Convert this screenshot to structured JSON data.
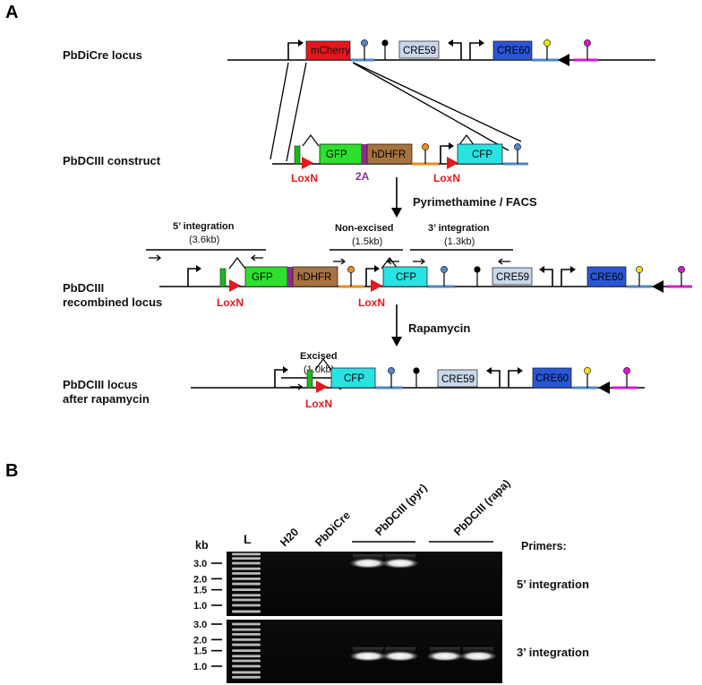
{
  "panel_a": {
    "letter": "A",
    "rows": {
      "pbdicre": "PbDiCre locus",
      "construct": "PbDCIII construct",
      "recombined_1": "PbDCIII",
      "recombined_2": "recombined locus",
      "after_1": "PbDCIII locus",
      "after_2": "after rapamycin"
    },
    "genes": {
      "mcherry": "mCherry",
      "cre59": "CRE59",
      "cre60": "CRE60",
      "gfp": "GFP",
      "hdhfr": "hDHFR",
      "cfp": "CFP",
      "t2a": "2A"
    },
    "loxn": "LoxN",
    "steps": {
      "pyr": "Pyrimethamine / FACS",
      "rapa": "Rapamycin"
    },
    "amplicons": {
      "int5_title": "5’ integration",
      "int5_size": "(3.6kb)",
      "nonex_title": "Non-excised",
      "nonex_size": "(1.5kb)",
      "int3_title": "3’ integration",
      "int3_size": "(1.3kb)",
      "excised_title": "Excised",
      "excised_size": "(1.0kb)"
    },
    "colors": {
      "mcherry": "#e8161b",
      "cre59": "#c9d7ea",
      "cre60": "#2a56d6",
      "gfp": "#2ee02e",
      "gfp_dark": "#1cb81c",
      "hdhfr": "#a8733f",
      "t2a": "#8e2a8f",
      "cfp": "#29e3e3",
      "lox": "#e3191c",
      "utr_blue": "#4f86c6",
      "utr_orange": "#f08a1c",
      "utr_magenta": "#d51ad5"
    }
  },
  "panel_b": {
    "letter": "B",
    "kb": "kb",
    "ladder": "L",
    "lanes": {
      "h2o": "H20",
      "pbdicre": "PbDiCre",
      "pyr": "PbDCIII (pyr)",
      "rapa": "PbDCIII (rapa)"
    },
    "primers_title": "Primers:",
    "gel1_label": "5’ integration",
    "gel2_label": "3’ integration",
    "gel1_ticks": [
      "3.0",
      "2.0",
      "1.5",
      "1.0"
    ],
    "gel2_ticks": [
      "3.0",
      "2.0",
      "1.5",
      "1.0"
    ],
    "gel1_bands": [
      {
        "lane": "PbDCIII (pyr)",
        "kb": 3.0
      },
      {
        "lane": "PbDCIII (pyr)",
        "kb": 3.0
      }
    ],
    "gel2_bands": [
      {
        "lane": "PbDCIII (pyr)",
        "kb": 1.3
      },
      {
        "lane": "PbDCIII (pyr)",
        "kb": 1.3
      },
      {
        "lane": "PbDCIII (rapa)",
        "kb": 1.3
      },
      {
        "lane": "PbDCIII (rapa)",
        "kb": 1.3
      }
    ]
  }
}
